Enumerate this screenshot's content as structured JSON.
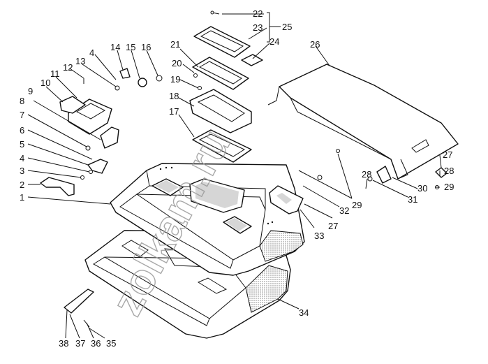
{
  "watermark": "zolkam.ru",
  "callouts": [
    "1",
    "2",
    "3",
    "4",
    "5",
    "6",
    "7",
    "8",
    "9",
    "10",
    "11",
    "12",
    "13",
    "4",
    "14",
    "15",
    "16",
    "17",
    "18",
    "19",
    "20",
    "21",
    "22",
    "23",
    "24",
    "25",
    "26",
    "27",
    "28",
    "29",
    "27",
    "28",
    "29",
    "30",
    "31",
    "32",
    "33",
    "34",
    "35",
    "36",
    "37",
    "38"
  ]
}
